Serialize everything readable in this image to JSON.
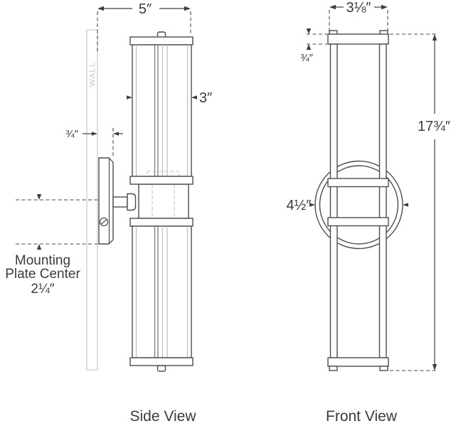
{
  "drawing_type": "lighting-fixture-spec-sheet",
  "view_labels": {
    "side": "Side View",
    "front": "Front View"
  },
  "wall": {
    "label": "WALL"
  },
  "dimensions": {
    "fixture_depth": "5″",
    "top_cap_width": "3⅛″",
    "glass_diameter": "3″",
    "cap_thickness": "¾″",
    "backplate_depth": "¾″",
    "overall_height": "17¾″",
    "ring_diameter": "4½″",
    "mounting_note_line1": "Mounting",
    "mounting_note_line2": "Plate Center",
    "mounting_plate_center": "2¼″"
  },
  "colors": {
    "line": "#4d4d4d",
    "dimension": "#3e3e3e",
    "text": "#3c3c3c",
    "wall_hatch": "#c7c7c7",
    "hidden_line": "#c2c2c2",
    "background": "#ffffff"
  }
}
